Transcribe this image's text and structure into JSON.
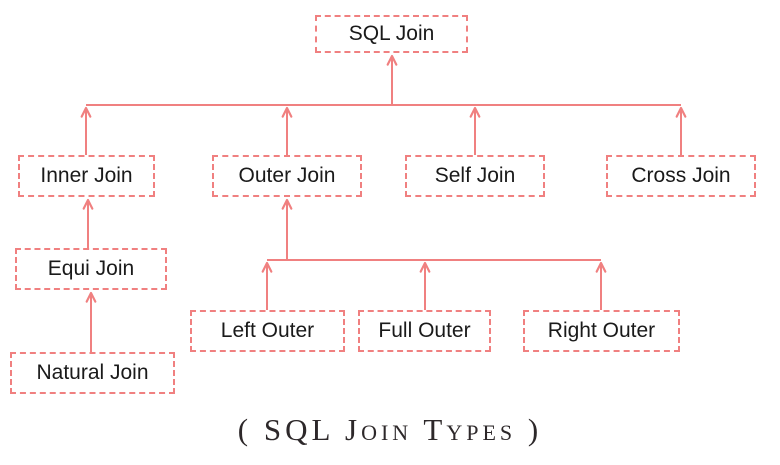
{
  "theme": {
    "accent": "#f08080",
    "text": "#1a1a1a",
    "caption_color": "#2d282a"
  },
  "diagram": {
    "caption": "( SQL Join Types )",
    "nodes": {
      "sql_join": {
        "label": "SQL Join"
      },
      "inner_join": {
        "label": "Inner Join"
      },
      "outer_join": {
        "label": "Outer Join"
      },
      "self_join": {
        "label": "Self Join"
      },
      "cross_join": {
        "label": "Cross Join"
      },
      "equi_join": {
        "label": "Equi Join"
      },
      "natural_join": {
        "label": "Natural Join"
      },
      "left_outer": {
        "label": "Left Outer"
      },
      "full_outer": {
        "label": "Full Outer"
      },
      "right_outer": {
        "label": "Right Outer"
      }
    },
    "edges": [
      {
        "from": "inner_join",
        "to": "sql_join"
      },
      {
        "from": "outer_join",
        "to": "sql_join"
      },
      {
        "from": "self_join",
        "to": "sql_join"
      },
      {
        "from": "cross_join",
        "to": "sql_join"
      },
      {
        "from": "equi_join",
        "to": "inner_join"
      },
      {
        "from": "natural_join",
        "to": "equi_join"
      },
      {
        "from": "left_outer",
        "to": "outer_join"
      },
      {
        "from": "full_outer",
        "to": "outer_join"
      },
      {
        "from": "right_outer",
        "to": "outer_join"
      }
    ]
  }
}
